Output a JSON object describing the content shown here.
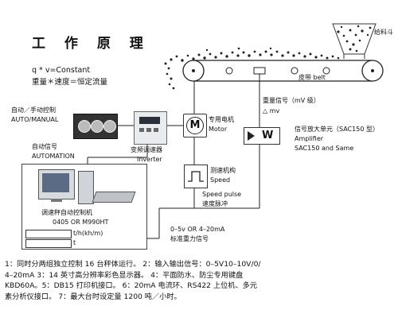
{
  "title": "工 作 原 理",
  "formula": {
    "line1": "q * v=Constant",
    "line2": "重量＊速度＝恒定流量"
  },
  "labels": {
    "hopper": "给料斗",
    "belt": "皮带 belt",
    "motor_cn": "专用电机",
    "motor_en": "Motor",
    "motor_symbol": "M",
    "mv_signal": "重量信号（mV 级）",
    "delta_mv": "△ mv",
    "amplifier_cn": "信号放大单元（SAC150 型）",
    "amplifier_en1": "Amplifier",
    "amplifier_en2": "SAC150 and Same",
    "amplifier_symbol": "W",
    "speed_cn": "测速机构",
    "speed_en": "Speed",
    "speed_pulse_en": "Speed pulse",
    "speed_pulse_cn": "速度脉冲",
    "manual_cn": "自动／手动控制",
    "manual_en": "AUTO/MANUAL",
    "automation_cn": "自动信号",
    "automation_en": "AUTOMATION",
    "inverter_cn": "变频调速器",
    "inverter_en": "Inverter",
    "weigh_signal1": "0–5v OR 4–20mA",
    "weigh_signal2": "标准重力信号",
    "controller_cn": "调速秤自动控制机",
    "controller_model": "0405 OR M990HT",
    "readout_rate": "t/h(kh/m)",
    "readout_total": "t"
  },
  "notes": [
    "1：同时分两组独立控制 16 台秤体运行。  2：输入输出信号：0–5V10–10V/0/",
    "4–20mA  3：14 英寸高分辨率彩色显示器。  4：平面防水、防尘专用键盘",
    "KBD60A。5：DB15 打印机接口。  6：20mA 电流环、RS422 上位机、多元",
    "素分析仪接口。  7：最大台时设定量 1200 吨／小时。"
  ]
}
